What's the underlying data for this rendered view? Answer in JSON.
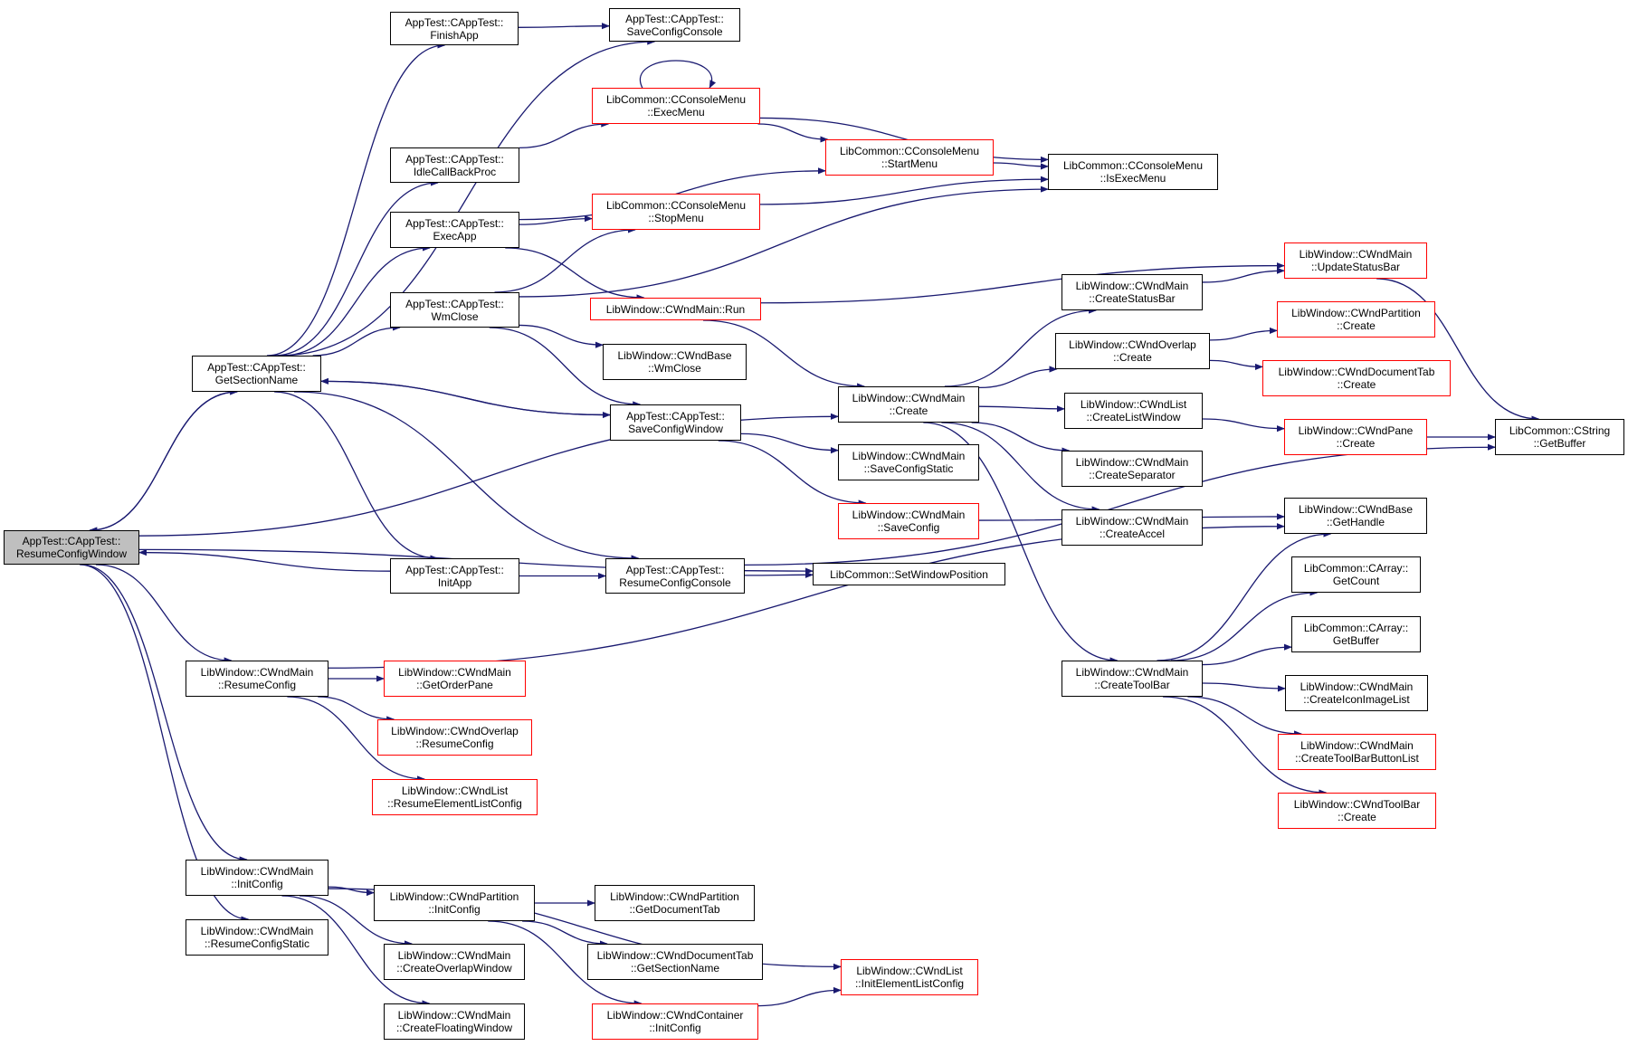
{
  "diagram": {
    "root": "n_root",
    "nodes": [
      {
        "id": "n_root",
        "l1": "AppTest::CAppTest::",
        "l2": "ResumeConfigWindow",
        "style": "root"
      },
      {
        "id": "n_getsection",
        "l1": "AppTest::CAppTest::",
        "l2": "GetSectionName",
        "style": "normal"
      },
      {
        "id": "n_finishapp",
        "l1": "AppTest::CAppTest::",
        "l2": "FinishApp",
        "style": "normal"
      },
      {
        "id": "n_saveconsole",
        "l1": "AppTest::CAppTest::",
        "l2": "SaveConfigConsole",
        "style": "normal"
      },
      {
        "id": "n_idle",
        "l1": "AppTest::CAppTest::",
        "l2": "IdleCallBackProc",
        "style": "normal"
      },
      {
        "id": "n_execapp",
        "l1": "AppTest::CAppTest::",
        "l2": "ExecApp",
        "style": "normal"
      },
      {
        "id": "n_wmclose",
        "l1": "AppTest::CAppTest::",
        "l2": "WmClose",
        "style": "normal"
      },
      {
        "id": "n_initapp",
        "l1": "AppTest::CAppTest::",
        "l2": "InitApp",
        "style": "normal"
      },
      {
        "id": "n_execmenu",
        "l1": "LibCommon::CConsoleMenu",
        "l2": "::ExecMenu",
        "style": "red"
      },
      {
        "id": "n_startmenu",
        "l1": "LibCommon::CConsoleMenu",
        "l2": "::StartMenu",
        "style": "red"
      },
      {
        "id": "n_isexec",
        "l1": "LibCommon::CConsoleMenu",
        "l2": "::IsExecMenu",
        "style": "normal"
      },
      {
        "id": "n_stopmenu",
        "l1": "LibCommon::CConsoleMenu",
        "l2": "::StopMenu",
        "style": "red"
      },
      {
        "id": "n_run",
        "l1": "LibWindow::CWndMain::Run",
        "l2": "",
        "style": "red"
      },
      {
        "id": "n_basewmclose",
        "l1": "LibWindow::CWndBase",
        "l2": "::WmClose",
        "style": "normal"
      },
      {
        "id": "n_savewindow",
        "l1": "AppTest::CAppTest::",
        "l2": "SaveConfigWindow",
        "style": "normal"
      },
      {
        "id": "n_resumeconsole",
        "l1": "AppTest::CAppTest::",
        "l2": "ResumeConfigConsole",
        "style": "normal"
      },
      {
        "id": "n_setwinpos",
        "l1": "LibCommon::SetWindowPosition",
        "l2": "",
        "style": "normal"
      },
      {
        "id": "n_maincreate",
        "l1": "LibWindow::CWndMain",
        "l2": "::Create",
        "style": "normal"
      },
      {
        "id": "n_savestatic",
        "l1": "LibWindow::CWndMain",
        "l2": "::SaveConfigStatic",
        "style": "normal"
      },
      {
        "id": "n_saveconfig",
        "l1": "LibWindow::CWndMain",
        "l2": "::SaveConfig",
        "style": "red"
      },
      {
        "id": "n_statusbar",
        "l1": "LibWindow::CWndMain",
        "l2": "::CreateStatusBar",
        "style": "normal"
      },
      {
        "id": "n_overlapcreate",
        "l1": "LibWindow::CWndOverlap",
        "l2": "::Create",
        "style": "normal"
      },
      {
        "id": "n_listwindow",
        "l1": "LibWindow::CWndList",
        "l2": "::CreateListWindow",
        "style": "normal"
      },
      {
        "id": "n_separator",
        "l1": "LibWindow::CWndMain",
        "l2": "::CreateSeparator",
        "style": "normal"
      },
      {
        "id": "n_accel",
        "l1": "LibWindow::CWndMain",
        "l2": "::CreateAccel",
        "style": "normal"
      },
      {
        "id": "n_toolbar",
        "l1": "LibWindow::CWndMain",
        "l2": "::CreateToolBar",
        "style": "normal"
      },
      {
        "id": "n_updatestatus",
        "l1": "LibWindow::CWndMain",
        "l2": "::UpdateStatusBar",
        "style": "red"
      },
      {
        "id": "n_partcreate",
        "l1": "LibWindow::CWndPartition",
        "l2": "::Create",
        "style": "red"
      },
      {
        "id": "n_doctabcreate",
        "l1": "LibWindow::CWndDocumentTab",
        "l2": "::Create",
        "style": "red"
      },
      {
        "id": "n_panecreate",
        "l1": "LibWindow::CWndPane",
        "l2": "::Create",
        "style": "red"
      },
      {
        "id": "n_getbuffer",
        "l1": "LibCommon::CString",
        "l2": "::GetBuffer",
        "style": "normal"
      },
      {
        "id": "n_gethandle",
        "l1": "LibWindow::CWndBase",
        "l2": "::GetHandle",
        "style": "normal"
      },
      {
        "id": "n_getcount",
        "l1": "LibCommon::CArray::",
        "l2": "GetCount",
        "style": "normal"
      },
      {
        "id": "n_arrbuffer",
        "l1": "LibCommon::CArray::",
        "l2": "GetBuffer",
        "style": "normal"
      },
      {
        "id": "n_iconlist",
        "l1": "LibWindow::CWndMain",
        "l2": "::CreateIconImageList",
        "style": "normal"
      },
      {
        "id": "n_tbbtnlist",
        "l1": "LibWindow::CWndMain",
        "l2": "::CreateToolBarButtonList",
        "style": "red"
      },
      {
        "id": "n_tbcreate",
        "l1": "LibWindow::CWndToolBar",
        "l2": "::Create",
        "style": "red"
      },
      {
        "id": "n_resumeconfig",
        "l1": "LibWindow::CWndMain",
        "l2": "::ResumeConfig",
        "style": "normal"
      },
      {
        "id": "n_orderpane",
        "l1": "LibWindow::CWndMain",
        "l2": "::GetOrderPane",
        "style": "red"
      },
      {
        "id": "n_overlapresume",
        "l1": "LibWindow::CWndOverlap",
        "l2": "::ResumeConfig",
        "style": "red"
      },
      {
        "id": "n_listresume",
        "l1": "LibWindow::CWndList",
        "l2": "::ResumeElementListConfig",
        "style": "red"
      },
      {
        "id": "n_initconfig",
        "l1": "LibWindow::CWndMain",
        "l2": "::InitConfig",
        "style": "normal"
      },
      {
        "id": "n_resumestatic",
        "l1": "LibWindow::CWndMain",
        "l2": "::ResumeConfigStatic",
        "style": "normal"
      },
      {
        "id": "n_partinit",
        "l1": "LibWindow::CWndPartition",
        "l2": "::InitConfig",
        "style": "normal"
      },
      {
        "id": "n_overlapwin",
        "l1": "LibWindow::CWndMain",
        "l2": "::CreateOverlapWindow",
        "style": "normal"
      },
      {
        "id": "n_floatwin",
        "l1": "LibWindow::CWndMain",
        "l2": "::CreateFloatingWindow",
        "style": "normal"
      },
      {
        "id": "n_getdoctab",
        "l1": "LibWindow::CWndPartition",
        "l2": "::GetDocumentTab",
        "style": "normal"
      },
      {
        "id": "n_docsection",
        "l1": "LibWindow::CWndDocumentTab",
        "l2": "::GetSectionName",
        "style": "normal"
      },
      {
        "id": "n_continit",
        "l1": "LibWindow::CWndContainer",
        "l2": "::InitConfig",
        "style": "red"
      },
      {
        "id": "n_listinit",
        "l1": "LibWindow::CWndList",
        "l2": "::InitElementListConfig",
        "style": "red"
      }
    ],
    "edges": [
      [
        "n_root",
        "n_getsection"
      ],
      [
        "n_getsection",
        "n_root"
      ],
      [
        "n_root",
        "n_maincreate"
      ],
      [
        "n_root",
        "n_setwinpos"
      ],
      [
        "n_initapp",
        "n_root"
      ],
      [
        "n_root",
        "n_resumeconfig"
      ],
      [
        "n_root",
        "n_initconfig"
      ],
      [
        "n_root",
        "n_resumestatic"
      ],
      [
        "n_getsection",
        "n_finishapp"
      ],
      [
        "n_getsection",
        "n_saveconsole"
      ],
      [
        "n_getsection",
        "n_idle"
      ],
      [
        "n_getsection",
        "n_execapp"
      ],
      [
        "n_getsection",
        "n_wmclose"
      ],
      [
        "n_getsection",
        "n_savewindow"
      ],
      [
        "n_savewindow",
        "n_getsection"
      ],
      [
        "n_getsection",
        "n_initapp"
      ],
      [
        "n_getsection",
        "n_resumeconsole"
      ],
      [
        "n_finishapp",
        "n_saveconsole"
      ],
      [
        "n_idle",
        "n_execmenu"
      ],
      [
        "n_execmenu",
        "n_execmenu"
      ],
      [
        "n_execmenu",
        "n_startmenu"
      ],
      [
        "n_execmenu",
        "n_isexec"
      ],
      [
        "n_startmenu",
        "n_isexec"
      ],
      [
        "n_execapp",
        "n_startmenu"
      ],
      [
        "n_execapp",
        "n_stopmenu"
      ],
      [
        "n_execapp",
        "n_run"
      ],
      [
        "n_stopmenu",
        "n_isexec"
      ],
      [
        "n_wmclose",
        "n_stopmenu"
      ],
      [
        "n_wmclose",
        "n_isexec"
      ],
      [
        "n_wmclose",
        "n_basewmclose"
      ],
      [
        "n_wmclose",
        "n_savewindow"
      ],
      [
        "n_run",
        "n_updatestatus"
      ],
      [
        "n_run",
        "n_maincreate"
      ],
      [
        "n_savewindow",
        "n_savestatic"
      ],
      [
        "n_savewindow",
        "n_saveconfig"
      ],
      [
        "n_saveconfig",
        "n_gethandle"
      ],
      [
        "n_initapp",
        "n_resumeconsole"
      ],
      [
        "n_resumeconsole",
        "n_setwinpos"
      ],
      [
        "n_resumeconsole",
        "n_getbuffer"
      ],
      [
        "n_maincreate",
        "n_statusbar"
      ],
      [
        "n_maincreate",
        "n_overlapcreate"
      ],
      [
        "n_maincreate",
        "n_listwindow"
      ],
      [
        "n_maincreate",
        "n_separator"
      ],
      [
        "n_maincreate",
        "n_accel"
      ],
      [
        "n_maincreate",
        "n_toolbar"
      ],
      [
        "n_statusbar",
        "n_updatestatus"
      ],
      [
        "n_updatestatus",
        "n_getbuffer"
      ],
      [
        "n_overlapcreate",
        "n_partcreate"
      ],
      [
        "n_overlapcreate",
        "n_doctabcreate"
      ],
      [
        "n_listwindow",
        "n_panecreate"
      ],
      [
        "n_panecreate",
        "n_getbuffer"
      ],
      [
        "n_toolbar",
        "n_gethandle"
      ],
      [
        "n_toolbar",
        "n_getcount"
      ],
      [
        "n_toolbar",
        "n_arrbuffer"
      ],
      [
        "n_toolbar",
        "n_iconlist"
      ],
      [
        "n_toolbar",
        "n_tbbtnlist"
      ],
      [
        "n_toolbar",
        "n_tbcreate"
      ],
      [
        "n_resumeconfig",
        "n_gethandle"
      ],
      [
        "n_resumeconfig",
        "n_orderpane"
      ],
      [
        "n_resumeconfig",
        "n_overlapresume"
      ],
      [
        "n_resumeconfig",
        "n_listresume"
      ],
      [
        "n_initconfig",
        "n_listinit"
      ],
      [
        "n_initconfig",
        "n_partinit"
      ],
      [
        "n_initconfig",
        "n_overlapwin"
      ],
      [
        "n_initconfig",
        "n_floatwin"
      ],
      [
        "n_partinit",
        "n_getdoctab"
      ],
      [
        "n_partinit",
        "n_docsection"
      ],
      [
        "n_partinit",
        "n_continit"
      ],
      [
        "n_continit",
        "n_listinit"
      ]
    ]
  },
  "colors": {
    "edge": "#191970",
    "box_border": "#000000",
    "box_highlight": "#ff0000",
    "root_fill": "#bfbfbf"
  }
}
